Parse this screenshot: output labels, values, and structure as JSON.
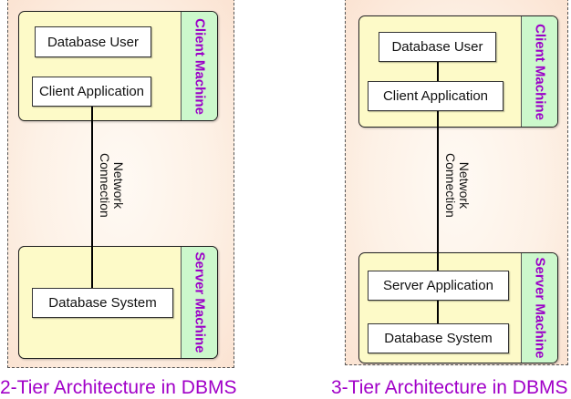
{
  "diagrams": [
    {
      "title": "2-Tier Architecture in DBMS",
      "client_machine": {
        "label": "Client Machine",
        "nodes": [
          "Database User",
          "Client Application"
        ]
      },
      "connection": {
        "line1": "Network",
        "line2": "Connection"
      },
      "server_machine": {
        "label": "Server Machine",
        "nodes": [
          "Database System"
        ]
      }
    },
    {
      "title": "3-Tier Architecture in DBMS",
      "client_machine": {
        "label": "Client Machine",
        "nodes": [
          "Database User",
          "Client Application"
        ]
      },
      "connection": {
        "line1": "Network",
        "line2": "Connection"
      },
      "server_machine": {
        "label": "Server Machine",
        "nodes": [
          "Server Application",
          "Database System"
        ]
      }
    }
  ],
  "colors": {
    "machine_fill": "#fdfac8",
    "machine_label_strip": "#ccf8cc",
    "label_text": "#9b00c8",
    "title_text": "#a100c8",
    "outer_fill": "#fdf1e6"
  }
}
